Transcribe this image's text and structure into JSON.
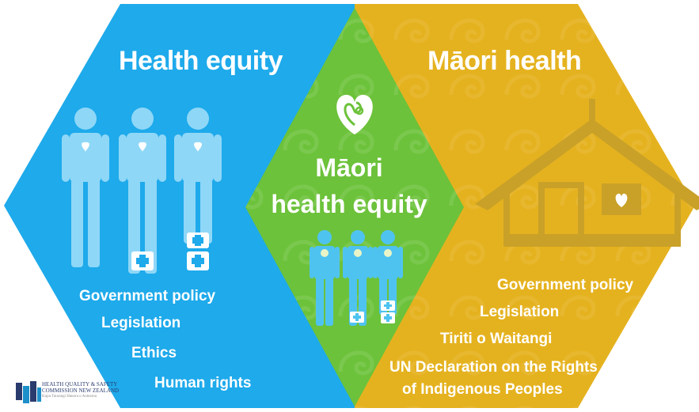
{
  "sections": {
    "left": {
      "title": "Health equity",
      "items": [
        "Government policy",
        "Legislation",
        "Ethics",
        "Human rights"
      ]
    },
    "center": {
      "title_line1": "Māori",
      "title_line2": "health equity"
    },
    "right": {
      "title": "Māori health",
      "items": [
        "Government policy",
        "Legislation",
        "Tiriti o Waitangi",
        "UN Declaration on the Rights",
        "of Indigenous Peoples"
      ]
    }
  },
  "logo": {
    "line1": "HEALTH QUALITY & SAFETY",
    "line2": "COMMISSION NEW ZEALAND",
    "line3": "Kupu Taurangi Hauora o Aotearoa"
  },
  "colors": {
    "health_equity_blue": "#1eaaeb",
    "maori_health_gold": "#e5b21f",
    "maori_health_equity_green": "#6cc23a",
    "figure_blue": "#4fc3f0"
  },
  "icons": {
    "left": "people-figures-with-hearts-and-medical-kits",
    "center": "koru-heart-and-people-figures",
    "right": "wharenui-meeting-house-with-heart"
  }
}
